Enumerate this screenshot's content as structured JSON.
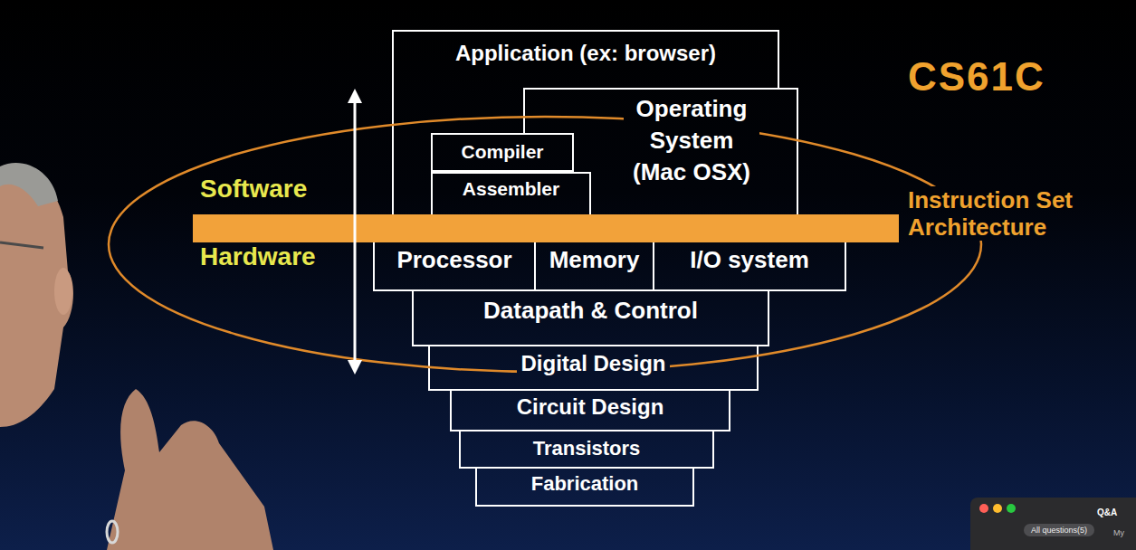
{
  "diagram": {
    "nodes": [
      {
        "text": [
          "Application (ex: browser)"
        ]
      },
      {
        "text": [
          "Operating System (Mac OSX)"
        ]
      },
      {
        "text": [
          "Compiler"
        ]
      },
      {
        "text": [
          "Assembler"
        ]
      },
      {
        "text": [
          "Processor"
        ]
      },
      {
        "text": [
          "Memory"
        ]
      },
      {
        "text": [
          "I/O system"
        ]
      },
      {
        "text": [
          "Datapath & Control"
        ]
      },
      {
        "text": [
          "Digital Design"
        ]
      },
      {
        "text": [
          "Circuit Design"
        ]
      },
      {
        "text": [
          "Transistors"
        ]
      },
      {
        "text": [
          "Fabrication"
        ]
      }
    ],
    "labels": [
      "CS61C",
      "Software",
      "Hardware",
      "Instruction Set Architecture",
      "Q&A",
      "All questions(5)",
      "My"
    ]
  }
}
